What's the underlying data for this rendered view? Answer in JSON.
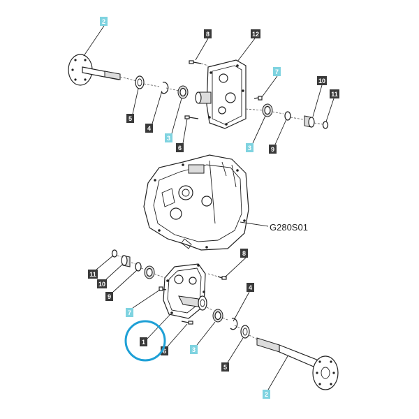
{
  "diagram": {
    "reference_code": "G280S01",
    "highlight_color": "#1ea0d6",
    "callout_colors": {
      "dark": "#3a3a3a",
      "blue": "#7fd3e0"
    },
    "callouts": [
      {
        "id": "c2-top",
        "text": "2",
        "style": "blue"
      },
      {
        "id": "c8-top",
        "text": "8",
        "style": "dark"
      },
      {
        "id": "c12",
        "text": "12",
        "style": "dark"
      },
      {
        "id": "c7-top",
        "text": "7",
        "style": "blue"
      },
      {
        "id": "c10-top",
        "text": "10",
        "style": "dark"
      },
      {
        "id": "c11-top",
        "text": "11",
        "style": "dark"
      },
      {
        "id": "c5-top",
        "text": "5",
        "style": "dark"
      },
      {
        "id": "c4-top",
        "text": "4",
        "style": "dark"
      },
      {
        "id": "c3-top-left",
        "text": "3",
        "style": "blue"
      },
      {
        "id": "c6-top",
        "text": "6",
        "style": "dark"
      },
      {
        "id": "c3-top-right",
        "text": "3",
        "style": "blue"
      },
      {
        "id": "c9-top",
        "text": "9",
        "style": "dark"
      },
      {
        "id": "c8-bottom",
        "text": "8",
        "style": "dark"
      },
      {
        "id": "c11-bottom",
        "text": "11",
        "style": "dark"
      },
      {
        "id": "c10-bottom",
        "text": "10",
        "style": "dark"
      },
      {
        "id": "c9-bottom",
        "text": "9",
        "style": "dark"
      },
      {
        "id": "c4-bottom",
        "text": "4",
        "style": "dark"
      },
      {
        "id": "c7-bottom",
        "text": "7",
        "style": "blue"
      },
      {
        "id": "c1",
        "text": "1",
        "style": "dark"
      },
      {
        "id": "c6-bottom",
        "text": "6",
        "style": "dark"
      },
      {
        "id": "c3-bottom",
        "text": "3",
        "style": "blue"
      },
      {
        "id": "c5-bottom",
        "text": "5",
        "style": "dark"
      },
      {
        "id": "c2-bottom",
        "text": "2",
        "style": "blue"
      }
    ]
  }
}
